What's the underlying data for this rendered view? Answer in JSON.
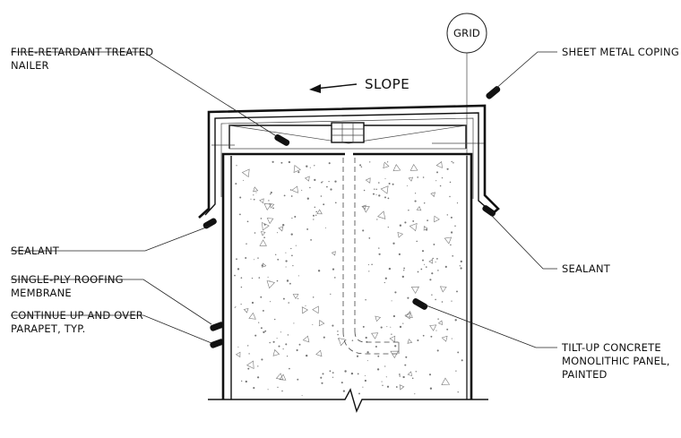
{
  "labels": {
    "fire_nailer_1": "FIRE-RETARDANT TREATED",
    "fire_nailer_2": "NAILER",
    "coping": "SHEET METAL COPING",
    "grid": "GRID",
    "slope": "SLOPE",
    "sealant_left": "SEALANT",
    "sealant_right": "SEALANT",
    "membrane_1": "SINGLE-PLY ROOFING",
    "membrane_2": "MEMBRANE",
    "continue_1": "CONTINUE UP AND OVER",
    "continue_2": "PARAPET, TYP.",
    "panel_1": "TILT-UP CONCRETE",
    "panel_2": "MONOLITHIC PANEL,",
    "panel_3": "PAINTED"
  }
}
